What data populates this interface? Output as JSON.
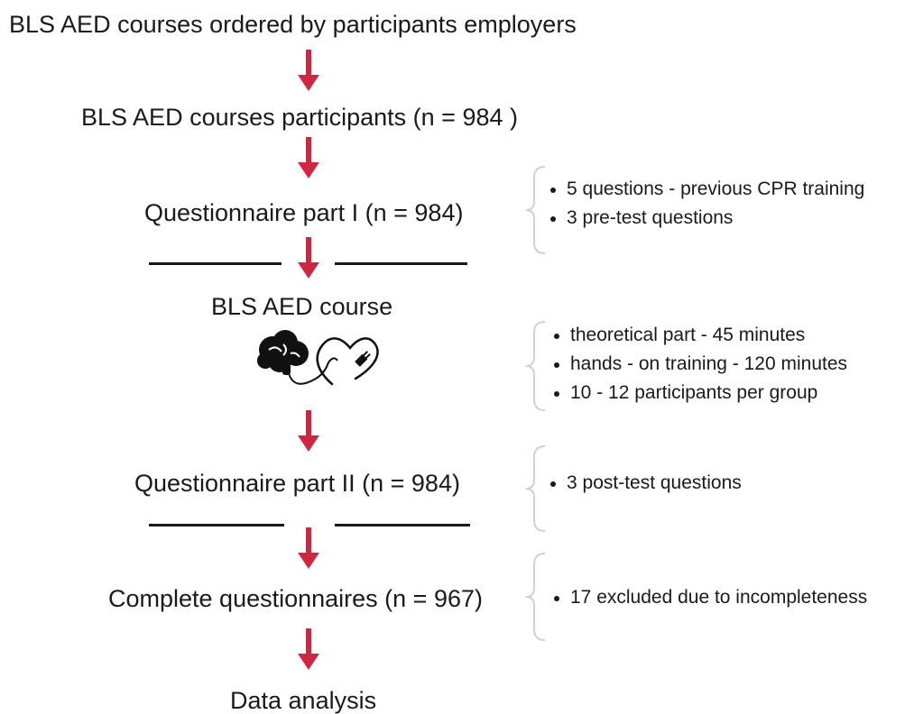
{
  "flow": {
    "steps": [
      "BLS AED courses ordered by participants employers",
      "BLS AED courses participants (n = 984 )",
      "Questionnaire part I (n = 984)",
      "BLS AED course",
      "Questionnaire part II (n = 984)",
      "Complete questionnaires (n = 967)",
      "Data analysis"
    ],
    "arrow_color": "#d0263f",
    "icon": "brain-heart-plug-icon"
  },
  "notes": {
    "questionnaire_1": [
      "5 questions - previous CPR training",
      "3 pre-test questions"
    ],
    "course": [
      "theoretical part - 45 minutes",
      "hands - on training - 120 minutes",
      "10 - 12 participants per group"
    ],
    "questionnaire_2": [
      "3 post-test questions"
    ],
    "complete": [
      "17  excluded due to incompleteness"
    ]
  }
}
